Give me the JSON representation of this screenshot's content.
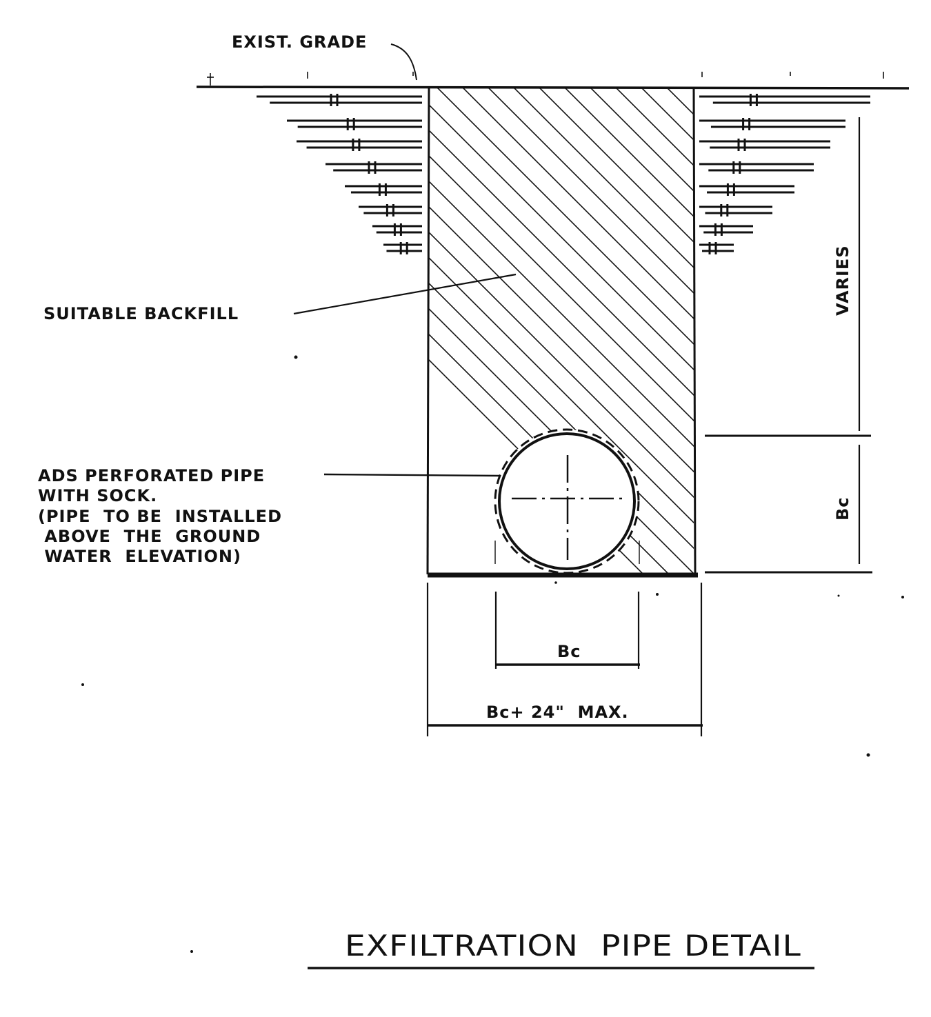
{
  "diagram": {
    "labels": {
      "exist_grade": "EXIST. GRADE",
      "suitable_backfill": "SUITABLE  BACKFILL",
      "pipe_note": [
        "ADS  PERFORATED PIPE",
        "WITH  SOCK.",
        "(PIPE  TO BE  INSTALLED",
        " ABOVE  THE  GROUND",
        " WATER  ELEVATION)"
      ],
      "varies": "VARIES",
      "bc_vertical": "Bc",
      "bc_horizontal": "Bc",
      "trench_width": "Bc+ 24\"  MAX."
    },
    "title": "EXFILTRATION  PIPE DETAIL",
    "colors": {
      "ink": "#111111",
      "paper": "#ffffff"
    }
  }
}
